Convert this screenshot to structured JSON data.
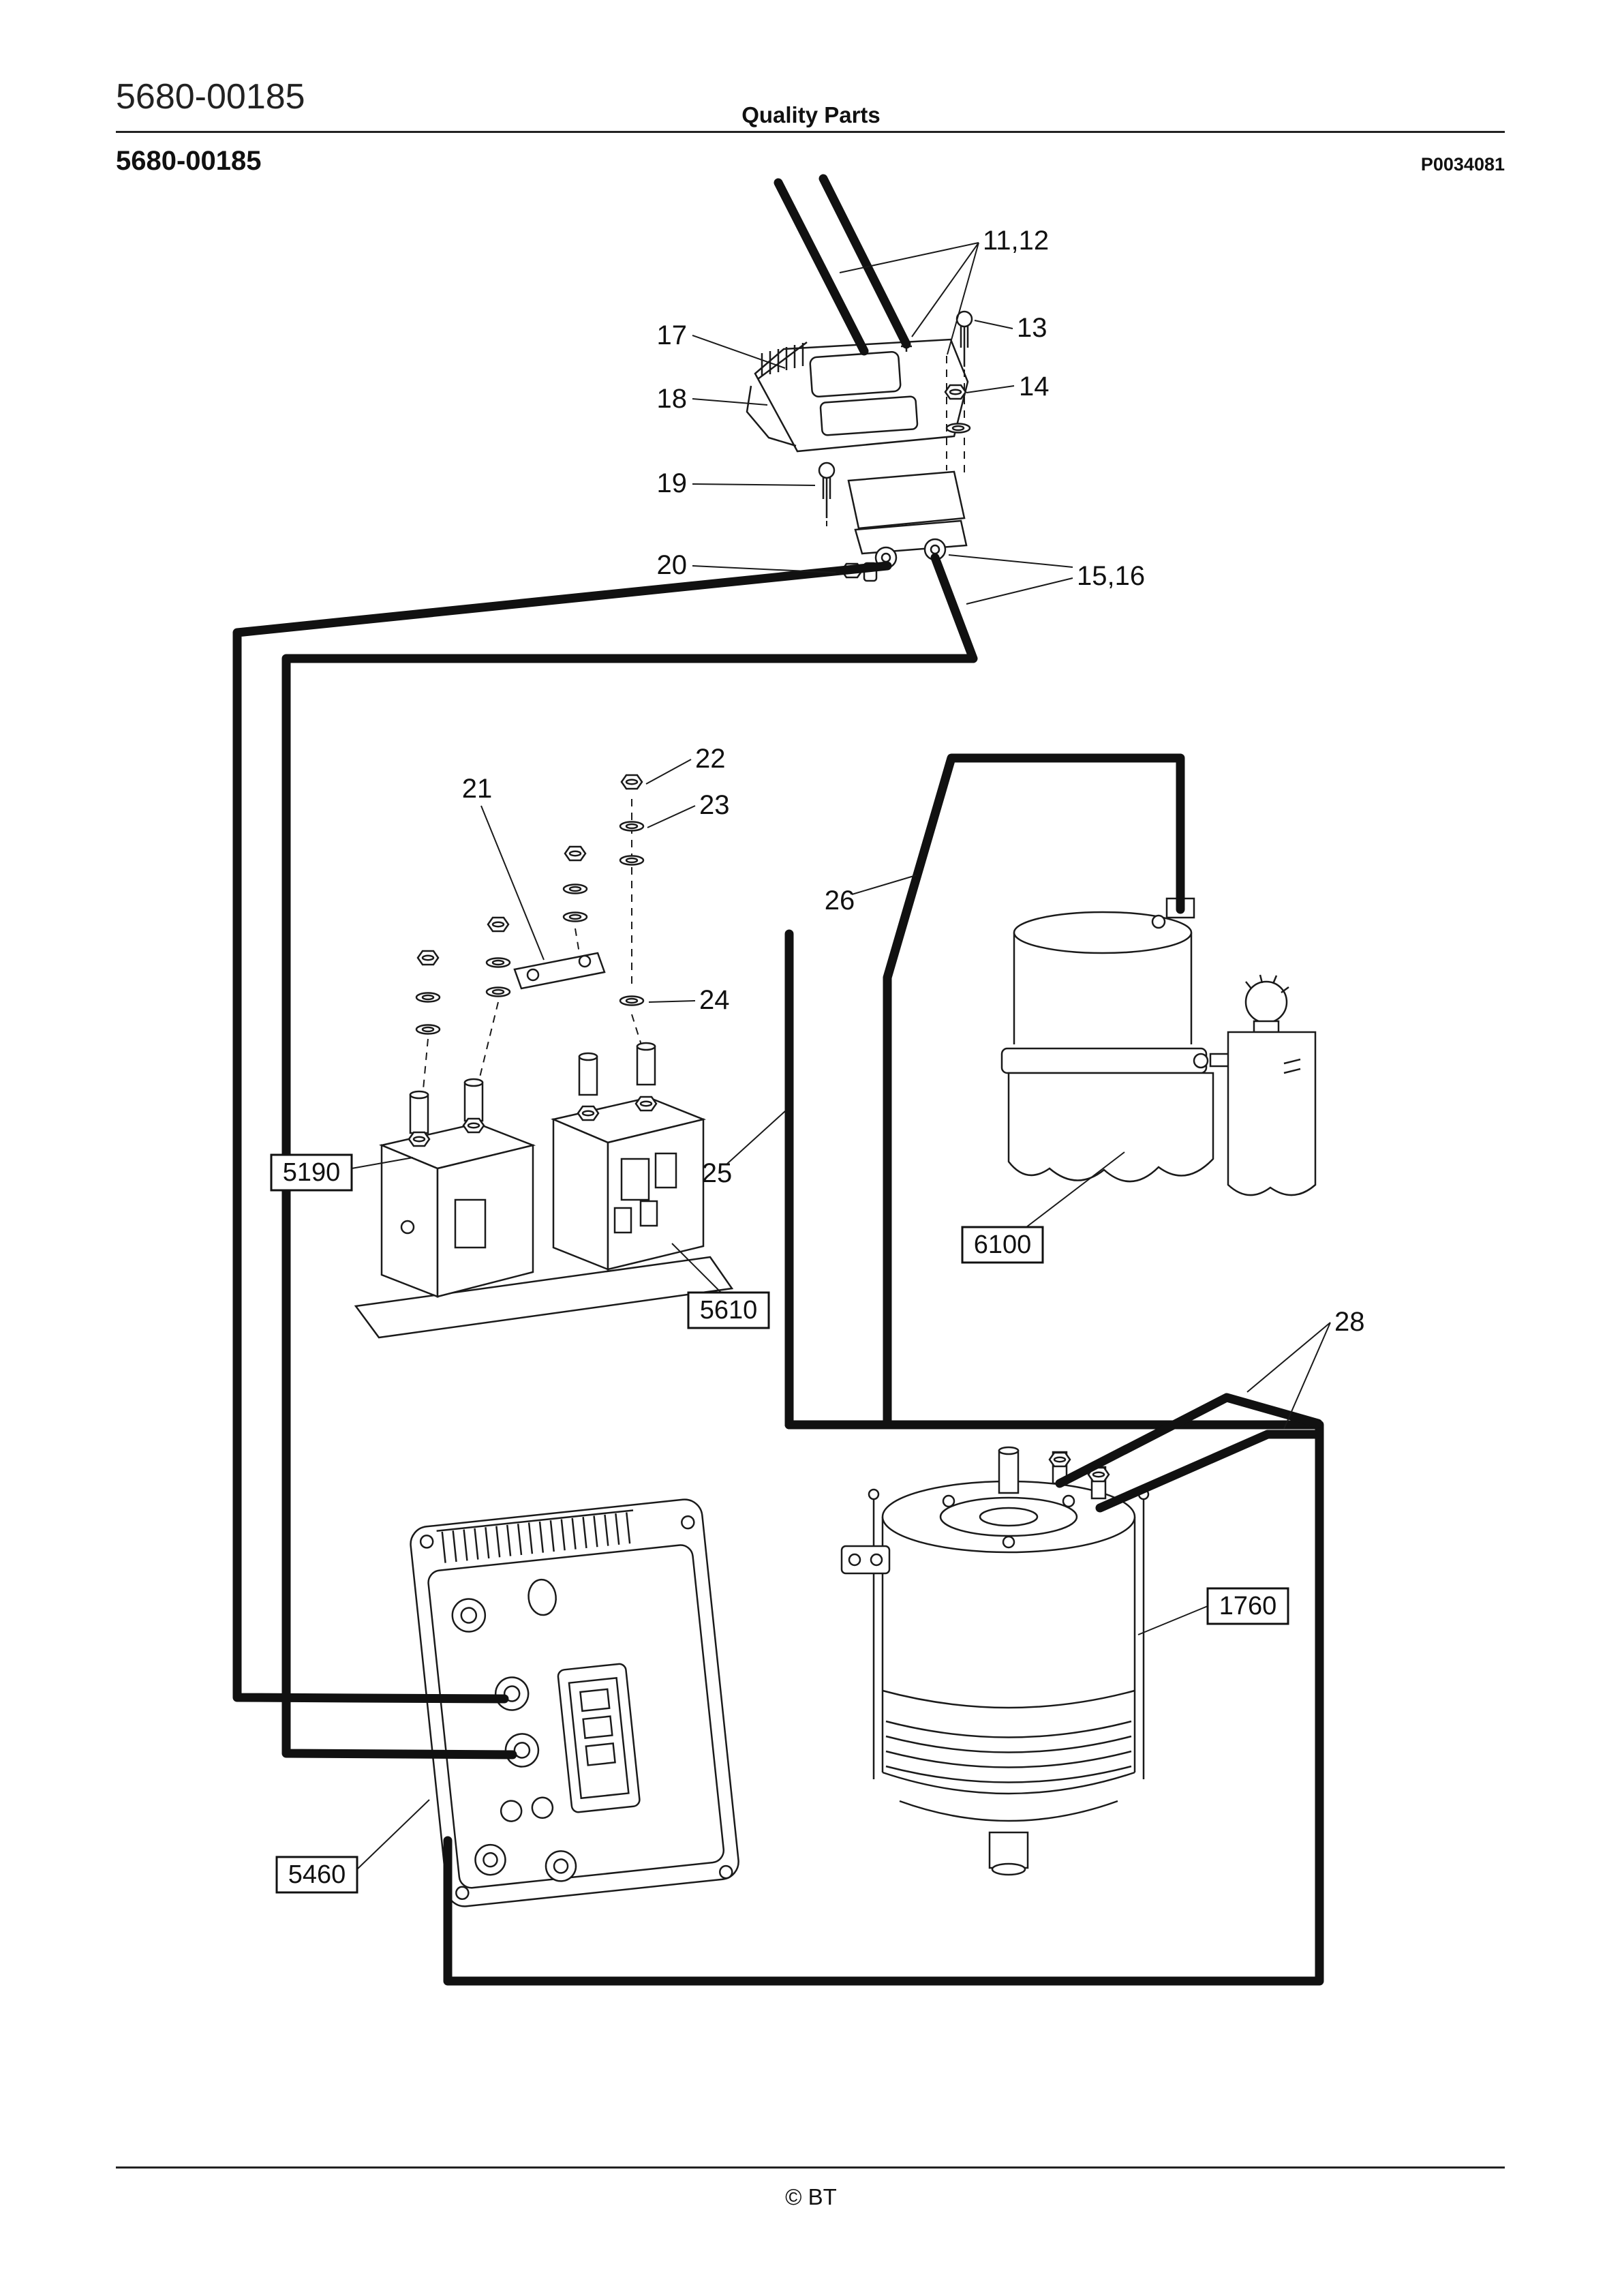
{
  "page": {
    "header_left": "5680-00185",
    "header_center": "Quality Parts",
    "title": "5680-00185",
    "figure_ref": "P0034081",
    "footer": "© BT"
  },
  "callouts": {
    "c11_12": "11,12",
    "c13": "13",
    "c14": "14",
    "c15_16": "15,16",
    "c17": "17",
    "c18": "18",
    "c19": "19",
    "c20": "20",
    "c21": "21",
    "c22": "22",
    "c23": "23",
    "c24": "24",
    "c25": "25",
    "c26": "26",
    "c28": "28"
  },
  "part_numbers": {
    "contactor_left": "5190",
    "contactor_right": "5610",
    "pump_assembly": "6100",
    "controller": "5460",
    "drive_motor": "1760"
  }
}
